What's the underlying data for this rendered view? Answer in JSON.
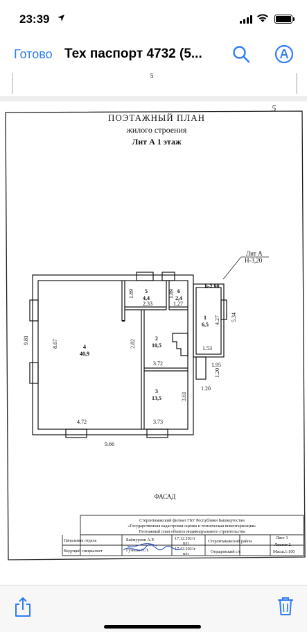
{
  "status_bar": {
    "time": "23:39",
    "location_icon": "location-arrow-icon",
    "signal_icon": "cellular-signal-icon",
    "wifi_icon": "wifi-icon",
    "battery_icon": "battery-icon"
  },
  "nav": {
    "done_label": "Готово",
    "title": "Тех паспорт 4732 (5...",
    "search_icon": "search-icon",
    "markup_icon": "markup-pen-icon",
    "accent_color": "#2f7cf6"
  },
  "document": {
    "prev_page_number": "5",
    "page_number_handwritten": "5",
    "heading_line1": "ПОЭТАЖНЫЙ ПЛАН",
    "heading_line2": "жилого строения",
    "heading_line3": "Лит А   1 этаж",
    "lit_label": "Лит А",
    "height_label": "Н-3,20",
    "facade_label": "ФАСАД",
    "rooms": [
      {
        "number": "4",
        "area": "40,9"
      },
      {
        "number": "5",
        "area": "4,4"
      },
      {
        "number": "6",
        "area": "2,4"
      },
      {
        "number": "1",
        "area": "6,5"
      },
      {
        "number": "2",
        "area": "10,5"
      },
      {
        "number": "3",
        "area": "13,5"
      }
    ],
    "dimensions": {
      "overall_height": "9.81",
      "overall_width": "9.66",
      "room4_height": "8.67",
      "room4_width": "4.72",
      "room5_height": "1.89",
      "room5_width": "2.33",
      "room6_height": "1.89",
      "room6_width": "1.27",
      "vestibule_h": "h-2.90",
      "room1_height": "4.27",
      "outer_right": "5.34",
      "room1_width": "1.53",
      "room2_height": "2.82",
      "room2_width": "3.72",
      "room3_height": "3.61",
      "room3_width": "3.73",
      "porch_a": "1.95",
      "porch_b": "1.20",
      "porch_c": "1.20"
    },
    "stamp": {
      "org_line1": "Стерлитамакский филиал ГБУ  Республики Башкортостан",
      "org_line2": "«Государственная кадастровая оценка и техническая инвентаризация»",
      "org_line3": "Поэтажный план  объекта индивидуального строительства",
      "row1_role": "Начальник отдела",
      "row1_name": "Баймурзин А.Р.",
      "row1_date": "17.12.2021г",
      "row1_sig": "п/п",
      "row2_role": "Ведущий специалист",
      "row2_name": "Гузеева О.Л.",
      "row2_date": "17.12.2021г",
      "row2_sig": "п/п",
      "district": "Стерлитамакский район",
      "council": "Отрадовский с/с",
      "sheet": "Лист 1",
      "sheets": "Листов 2",
      "scale": "Масш.1:100"
    }
  },
  "toolbar": {
    "share_icon": "share-icon",
    "trash_icon": "trash-icon"
  }
}
